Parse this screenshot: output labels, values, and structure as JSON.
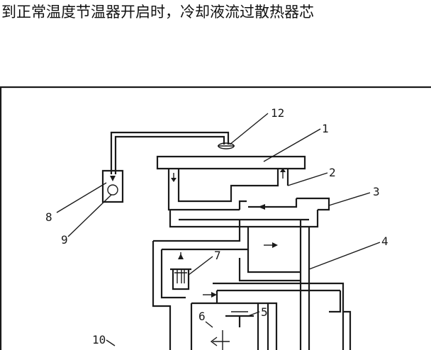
{
  "caption": {
    "text": "到正常温度节温器开启时，冷却液流过散热器芯"
  },
  "diagram": {
    "labels": {
      "l1": "1",
      "l2": "2",
      "l3": "3",
      "l4": "4",
      "l5": "5",
      "l6": "6",
      "l7": "7",
      "l8": "8",
      "l9": "9",
      "l10": "10",
      "l12": "12"
    }
  }
}
